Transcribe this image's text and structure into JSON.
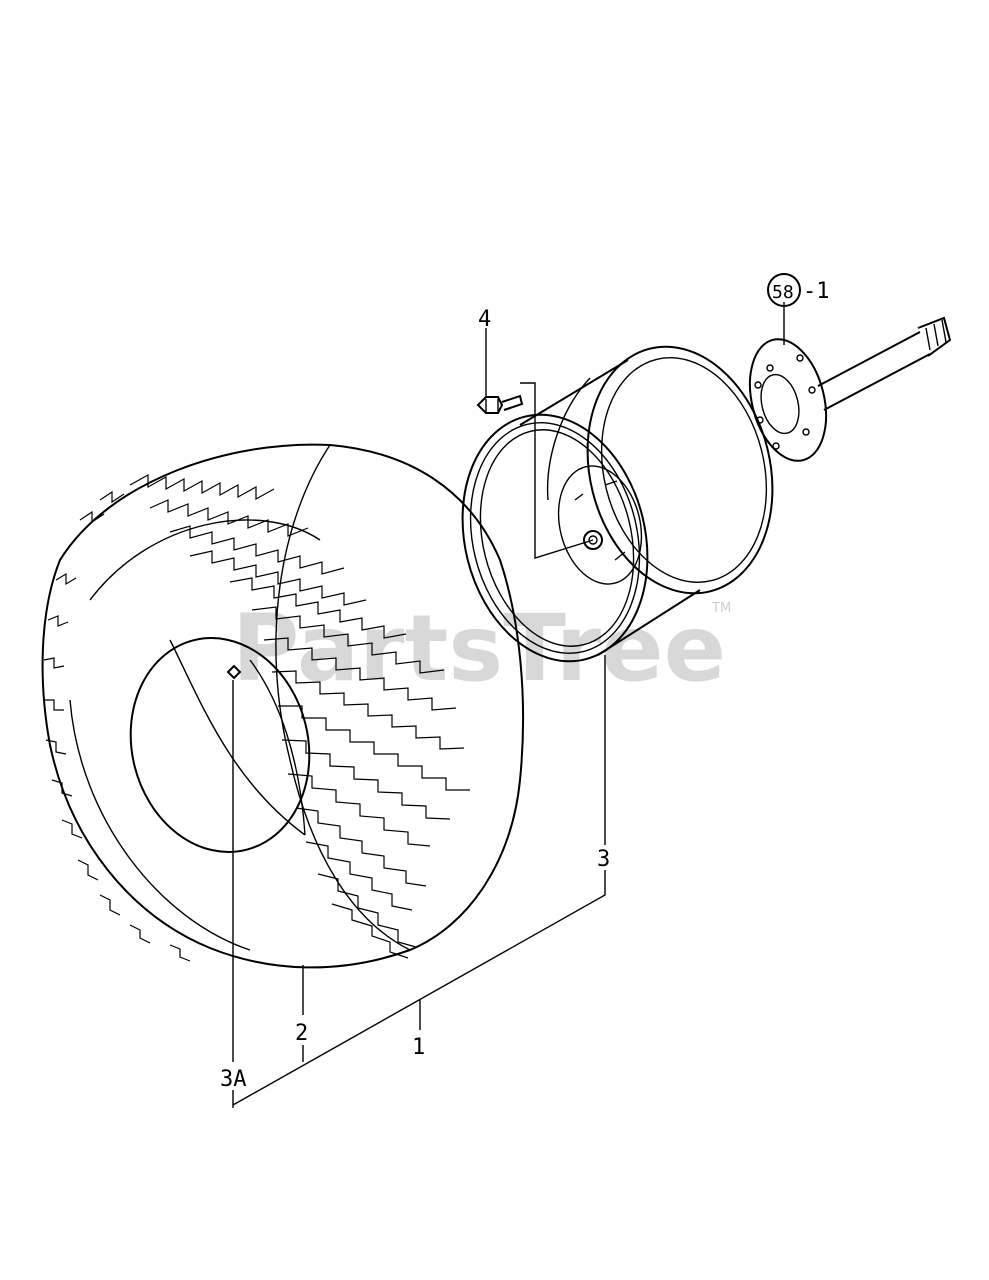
{
  "watermark": {
    "text": "PartsTree",
    "trademark": "TM"
  },
  "callouts": {
    "c1": "1",
    "c2": "2",
    "c3": "3",
    "c3a": "3A",
    "c4": "4",
    "c58": "58",
    "c58_suffix": "-1"
  },
  "parts": [
    {
      "ref": "1",
      "name": "wheel-assembly"
    },
    {
      "ref": "2",
      "name": "tire"
    },
    {
      "ref": "3",
      "name": "rim"
    },
    {
      "ref": "3A",
      "name": "valve-stem"
    },
    {
      "ref": "4",
      "name": "bolt"
    },
    {
      "ref": "58-1",
      "name": "axle-hub-shaft"
    }
  ]
}
